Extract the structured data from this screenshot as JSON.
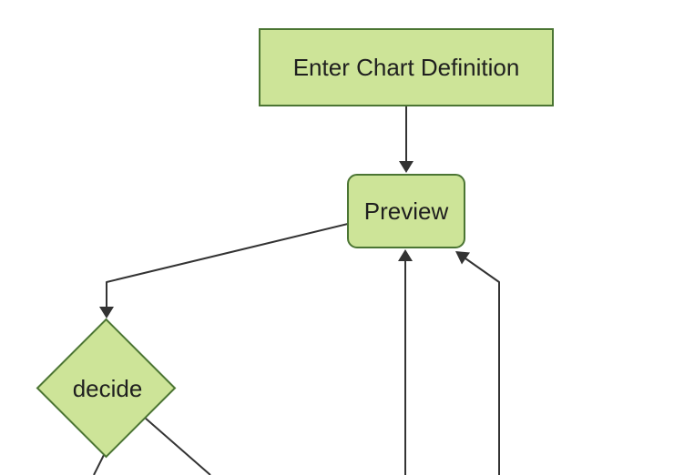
{
  "theme": {
    "background": "#ffffff",
    "node_fill": "#cde498",
    "node_stroke": "#4b7533",
    "edge_color": "#333333",
    "label_color": "#1f1f1f"
  },
  "diagram": {
    "type": "flowchart-top-down",
    "nodes": [
      {
        "id": "enter-chart-definition",
        "label": "Enter Chart Definition",
        "shape": "rectangle"
      },
      {
        "id": "preview",
        "label": "Preview",
        "shape": "rounded-rectangle"
      },
      {
        "id": "decide",
        "label": "decide",
        "shape": "diamond"
      }
    ],
    "edges": [
      {
        "from": "enter-chart-definition",
        "to": "preview",
        "arrow": "down"
      },
      {
        "from": "preview",
        "to": "decide",
        "arrow": "down"
      },
      {
        "from": "decide",
        "to": "offscreen-bottom-left",
        "arrow": "cut-off"
      },
      {
        "from": "decide",
        "to": "offscreen-bottom-right",
        "arrow": "cut-off"
      },
      {
        "from": "offscreen-bottom",
        "to": "preview",
        "arrow": "up"
      },
      {
        "from": "offscreen-bottom-right",
        "to": "preview",
        "arrow": "up-left"
      }
    ]
  }
}
